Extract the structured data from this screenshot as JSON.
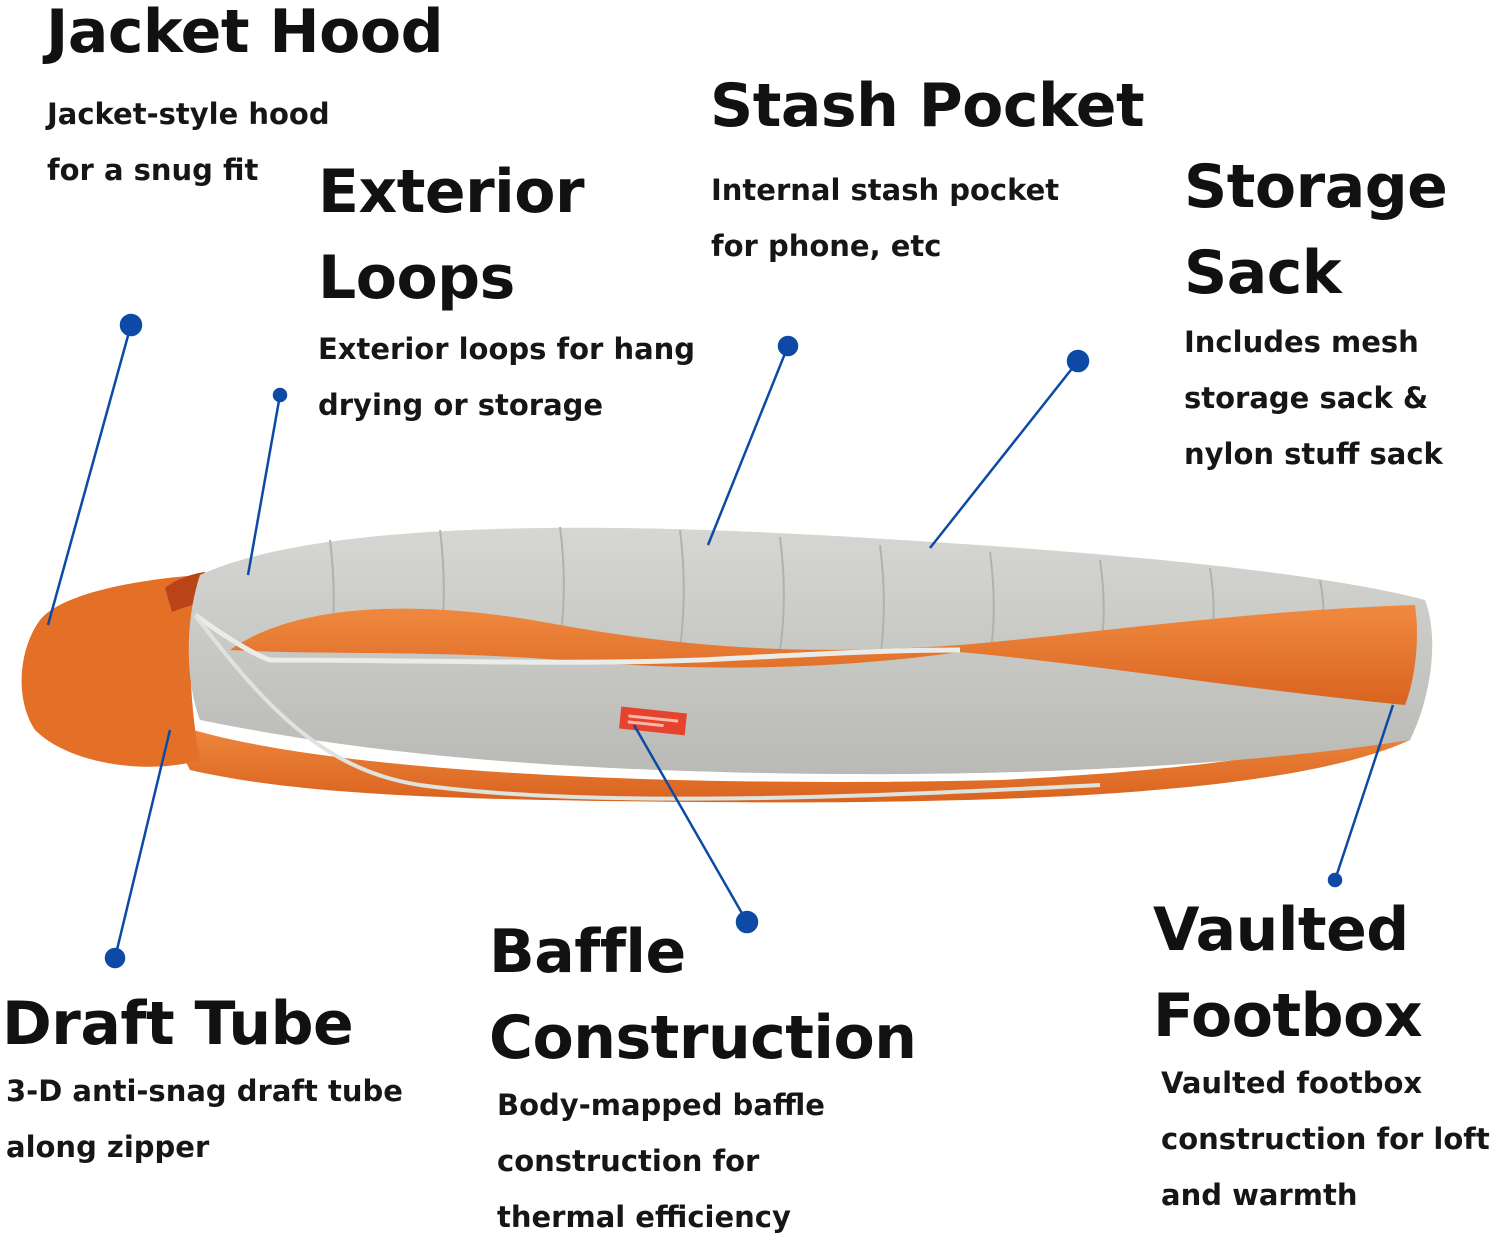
{
  "callouts": {
    "jacket_hood": {
      "title": [
        "Jacket Hood"
      ],
      "desc": [
        "Jacket-style hood",
        "for a snug fit"
      ]
    },
    "exterior_loops": {
      "title": [
        "Exterior",
        "Loops"
      ],
      "desc": [
        "Exterior loops for hang",
        "drying or storage"
      ]
    },
    "stash_pocket": {
      "title": [
        "Stash Pocket"
      ],
      "desc": [
        "Internal stash pocket",
        "for phone, etc"
      ]
    },
    "storage_sack": {
      "title": [
        "Storage",
        "Sack"
      ],
      "desc": [
        "Includes mesh",
        "storage sack &",
        "nylon stuff sack"
      ]
    },
    "draft_tube": {
      "title": [
        "Draft Tube"
      ],
      "desc": [
        "3-D anti-snag draft tube",
        "along zipper"
      ]
    },
    "baffle_construction": {
      "title": [
        "Baffle",
        "Construction"
      ],
      "desc": [
        "Body-mapped baffle",
        "construction for",
        "thermal efficiency"
      ]
    },
    "vaulted_footbox": {
      "title": [
        "Vaulted",
        "Footbox"
      ],
      "desc": [
        "Vaulted footbox",
        "construction for loft",
        "and warmth"
      ]
    }
  },
  "colors": {
    "leader": "#0d4aa6",
    "shell_gray": "#c9c9c6",
    "lining_orange": "#e7742f",
    "hood_orange": "#e46f27",
    "label_red": "#e5432e"
  }
}
